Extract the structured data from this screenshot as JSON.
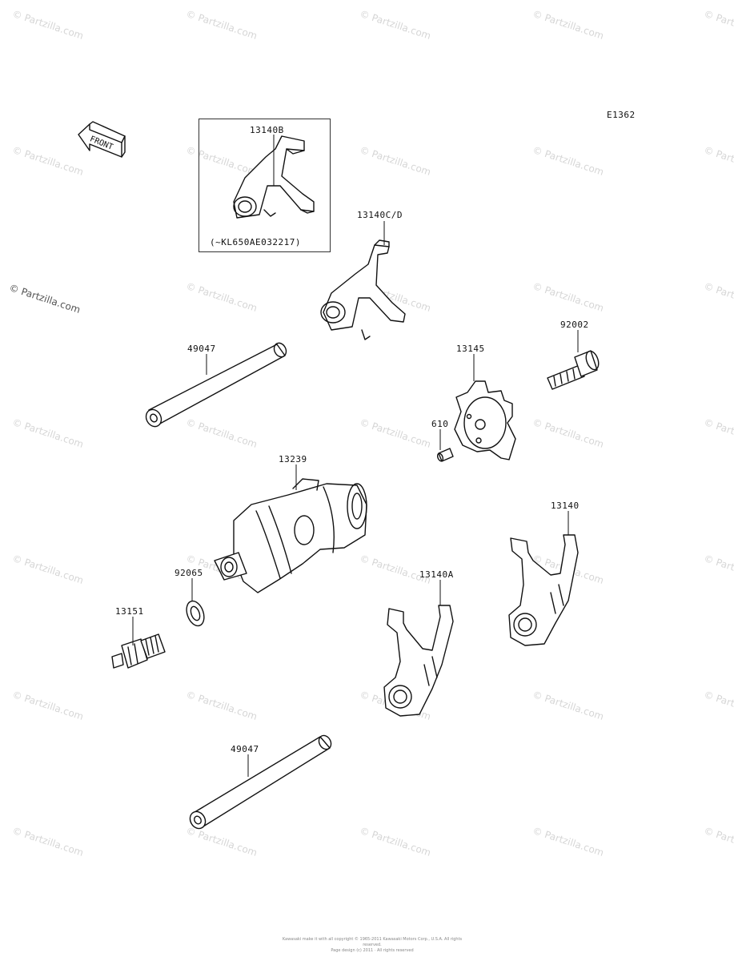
{
  "diagram": {
    "code": "E1362",
    "front_label": "FRONT",
    "inset_note": "(~KL650AE032217)",
    "watermark": "Partzilla.com",
    "copyright_line1": "Kawasaki make it with all copyright © 1965-2011 Kawasaki Motors Corp., U.S.A. All rights reserved.",
    "copyright_line2": "Page design (c) 2011 · All rights reserved",
    "parts": {
      "fork_b": "13140B",
      "fork_cd": "13140C/D",
      "shaft_top": "49047",
      "bolt": "92002",
      "star": "13145",
      "pin": "610",
      "drum": "13239",
      "washer": "92065",
      "switch": "13151",
      "fork_a": "13140A",
      "fork": "13140",
      "shaft_bottom": "49047"
    }
  }
}
